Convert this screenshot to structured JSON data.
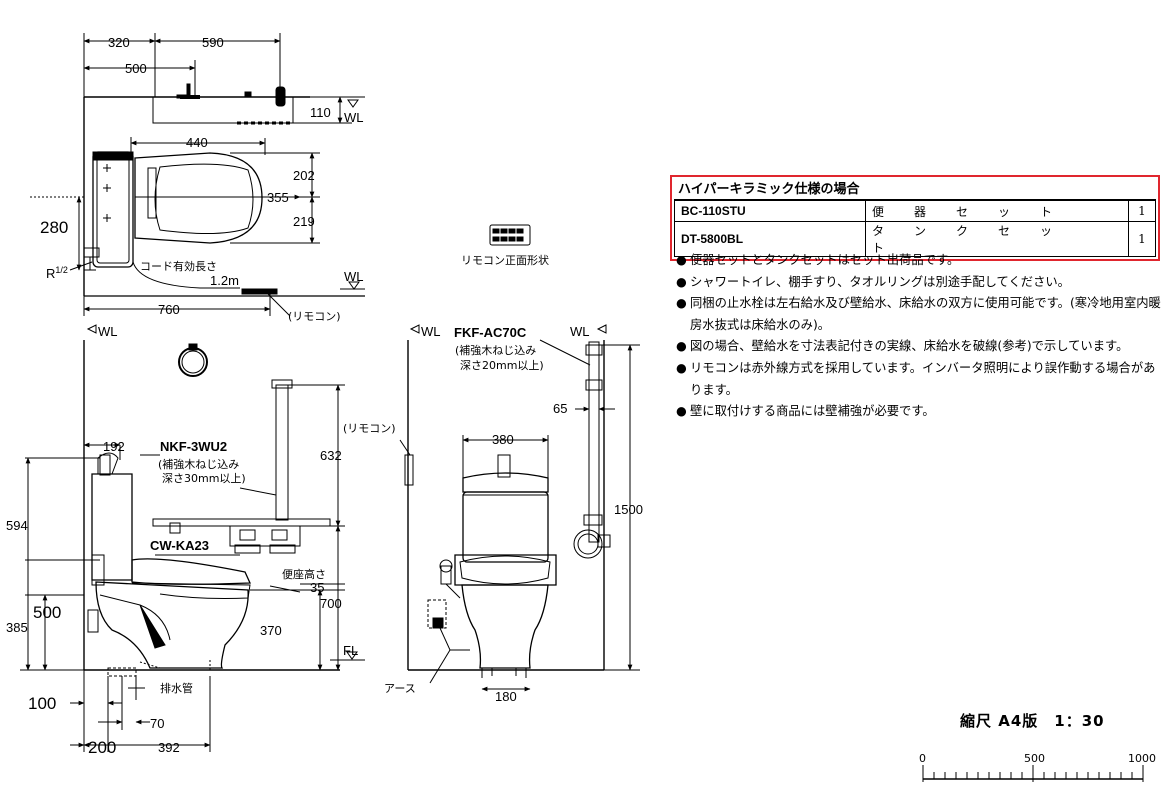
{
  "plan_view": {
    "dims": {
      "d320": "320",
      "d590": "590",
      "d500": "500",
      "d110": "110",
      "d440": "440",
      "d202": "202",
      "d355": "355",
      "d219": "219",
      "d280": "280",
      "d760": "760"
    },
    "wl_top": "WL",
    "wl_mid": "WL",
    "r_label_main": "R",
    "r_label_frac": "1/2",
    "cord_label_line1": "コード有効長さ",
    "cord_label_line2": "1.2m",
    "remote_label": "(リモコン)"
  },
  "side_view": {
    "wl_label": "WL",
    "fl_label": "FL",
    "dims": {
      "d192": "192",
      "d632": "632",
      "d594": "594",
      "d500": "500",
      "d385": "385",
      "d370": "370",
      "d700": "700",
      "d35": "35",
      "d100": "100",
      "d70": "70",
      "d200": "200",
      "d392": "392"
    },
    "tank_model": "NKF-3WU2",
    "tank_note_line1": "(補強木ねじ込み",
    "tank_note_line2": "深さ30mm以上)",
    "seat_model": "CW-KA23",
    "seat_height_label": "便座高さ",
    "drain_label": "排水管"
  },
  "front_view": {
    "wl_left": "WL",
    "wl_right": "WL",
    "handrail_model": "FKF-AC70C",
    "handrail_note_line1": "(補強木ねじ込み",
    "handrail_note_line2": "深さ20mm以上)",
    "remote_label": "(リモコン)",
    "dims": {
      "d380": "380",
      "d65": "65",
      "d1500": "1500",
      "d180": "180"
    },
    "earth_label": "アース"
  },
  "remote_caption": "リモコン正面形状",
  "spec_table": {
    "title": "ハイパーキラミック仕様の場合",
    "rows": [
      {
        "code": "BC-110STU",
        "name": "便器セット",
        "qty": "1"
      },
      {
        "code": "DT-5800BL",
        "name": "タンクセット",
        "qty": "1"
      }
    ]
  },
  "notes": [
    "便器セットとタンクセットはセット出荷品です。",
    "シャワートイレ、棚手すり、タオルリングは別途手配してください。",
    "同梱の止水栓は左右給水及び壁給水、床給水の双方に使用可能です。(寒冷地用室内暖房水抜式は床給水のみ)。",
    "図の場合、壁給水を寸法表記付きの実線、床給水を破線(参考)で示しています。",
    "リモコンは赤外線方式を採用しています。インバータ照明により誤作動する場合があります。",
    "壁に取付けする商品には壁補強が必要です。"
  ],
  "bullet_symbol": "●",
  "scale": {
    "title": "縮尺 A4版　1：30",
    "ticks": [
      "0",
      "500",
      "1000"
    ]
  },
  "colors": {
    "highlight_border": "#e0262e",
    "line": "#000000"
  }
}
